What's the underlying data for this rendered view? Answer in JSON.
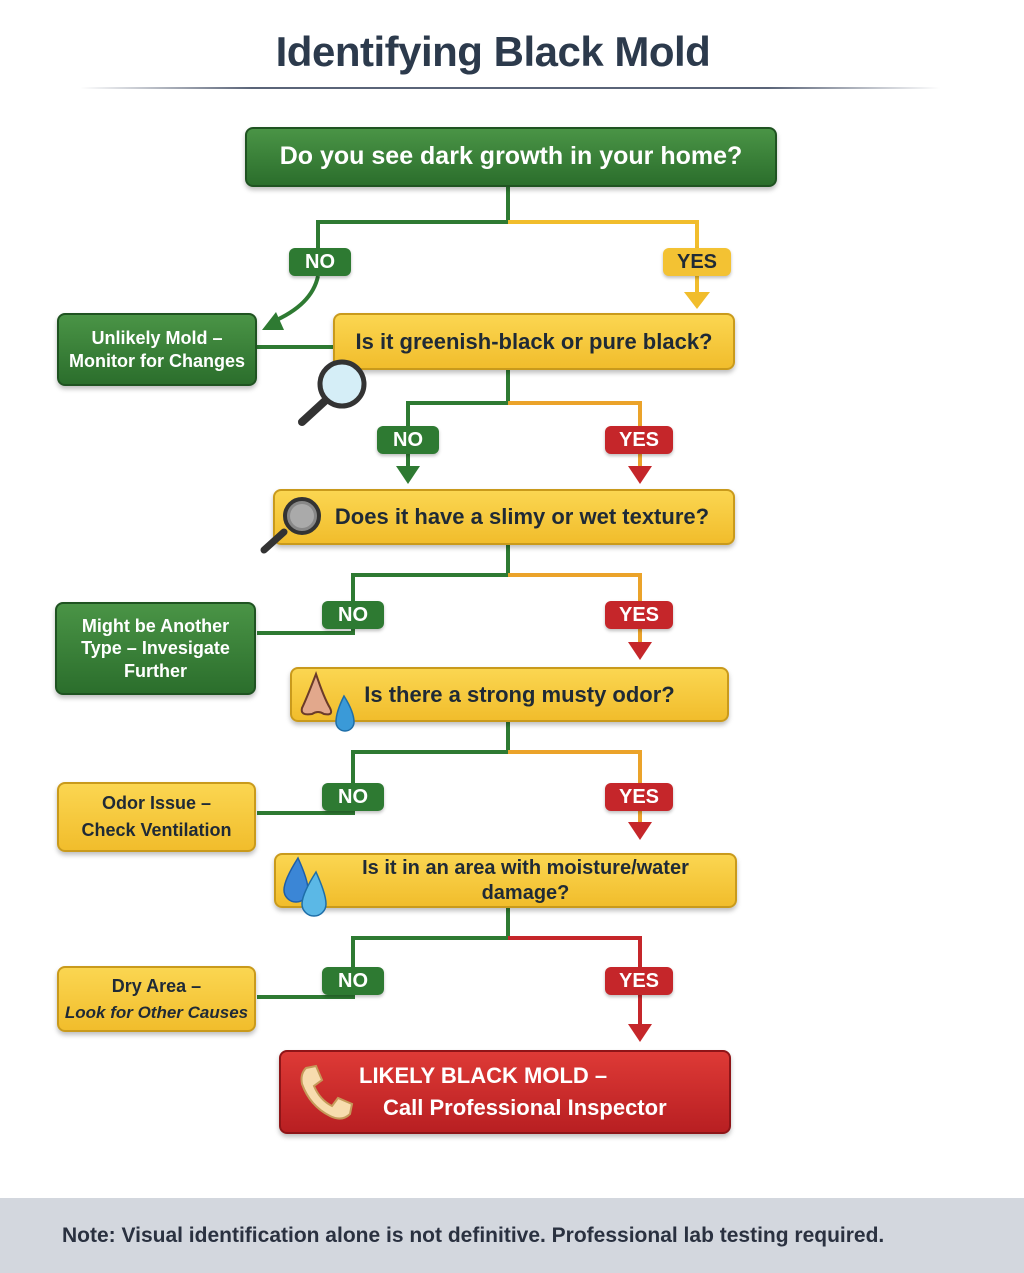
{
  "title": "Identifying Black Mold",
  "questions": [
    "Do you see dark growth in your home?",
    "Is it greenish-black or pure black?",
    "Does it have a slimy or wet texture?",
    "Is there a strong musty odor?",
    "Is it in an area with moisture/water damage?"
  ],
  "outcomes": [
    {
      "line1": "Unlikely Mold –",
      "line2": "Monitor for Changes"
    },
    {
      "line1": "Might be Another",
      "line2": "Type – Invesigate",
      "line3": "Further"
    },
    {
      "line1": "Odor Issue –",
      "line2": "Check Ventilation"
    },
    {
      "line1": "Dry Area –",
      "line2": "Look for Other Causes"
    }
  ],
  "result": {
    "line1": "LIKELY BLACK MOLD –",
    "line2": "Call Professional Inspector"
  },
  "labels": {
    "no": "NO",
    "yes": "YES"
  },
  "icons": [
    "magnifier-icon",
    "magnifier-icon",
    "nose-icon",
    "water-drop-icon",
    "water-drops-icon",
    "phone-icon"
  ],
  "colors": {
    "green": "#2e7a32",
    "yellow": "#f3c233",
    "red": "#c5262a",
    "orange": "#eba32a"
  },
  "footer": "Note: Visual identification alone is not definitive. Professional lab testing required."
}
